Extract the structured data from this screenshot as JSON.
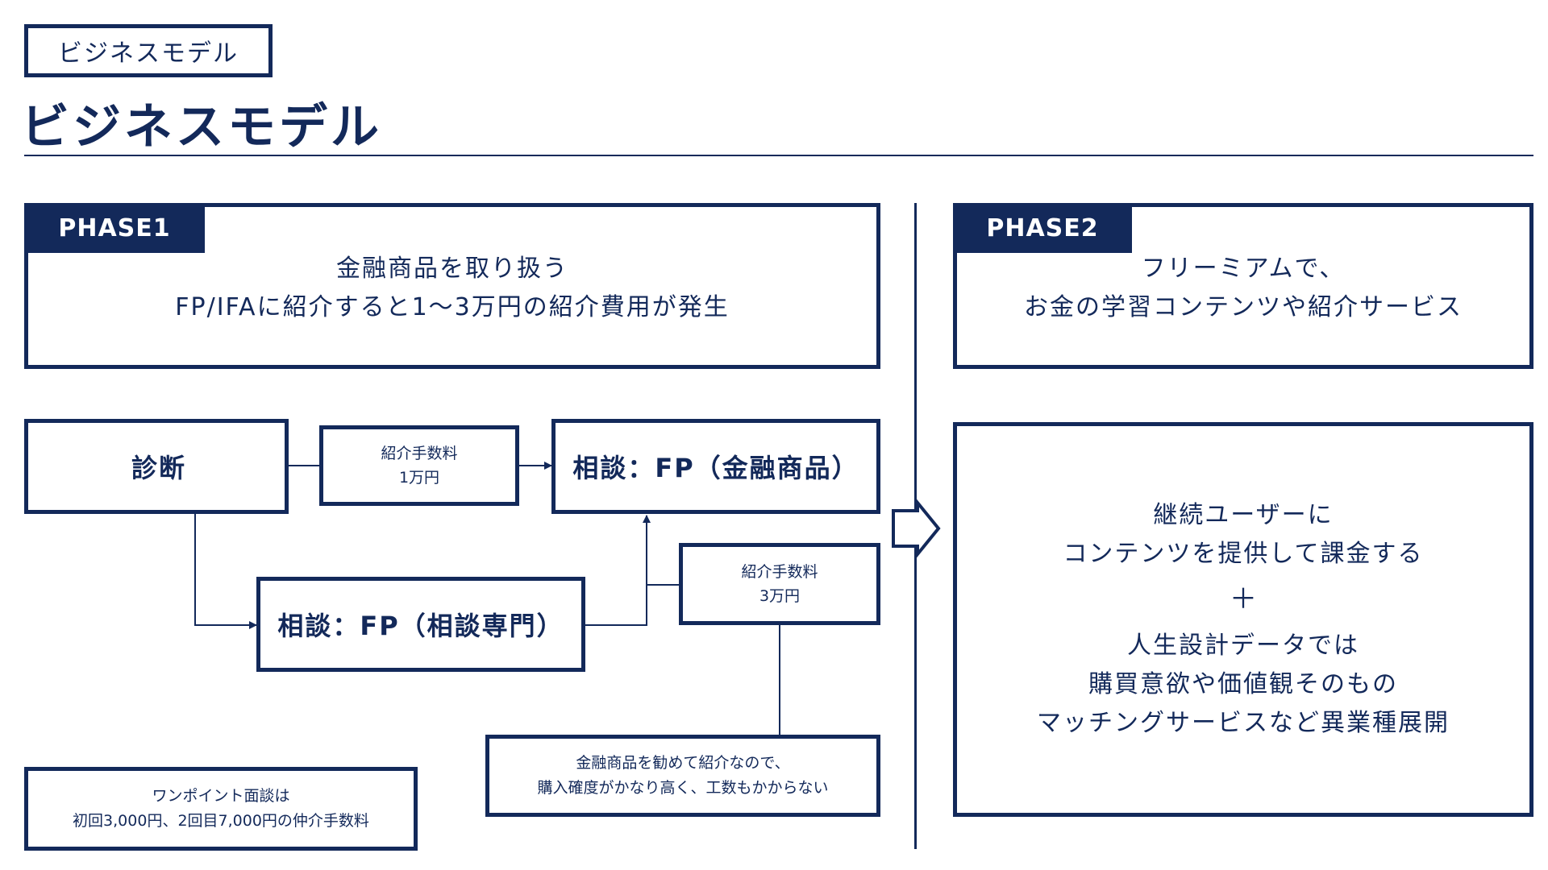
{
  "header": {
    "tag_label": "ビジネスモデル",
    "title": "ビジネスモデル"
  },
  "phase1": {
    "label": "PHASE1",
    "description": "金融商品を取り扱う\nFP/IFAに紹介すると1〜3万円の紹介費用が発生"
  },
  "phase2": {
    "label": "PHASE2",
    "description": "フリーミアムで、\nお金の学習コンテンツや紹介サービス",
    "detail_top": "継続ユーザーに\nコンテンツを提供して課金する",
    "plus": "＋",
    "detail_bottom": "人生設計データでは\n購買意欲や価値観そのもの\nマッチングサービスなど異業種展開"
  },
  "flow": {
    "diagnosis": "診断",
    "fee_1": "紹介手数料\n1万円",
    "consult_financial": "相談：FP（金融商品）",
    "consult_specialist": "相談：FP（相談専門）",
    "fee_3": "紹介手数料\n3万円",
    "note_financial": "金融商品を勧めて紹介なので、\n購入確度がかなり高く、工数もかからない",
    "note_onepoint": "ワンポイント面談は\n初回3,000円、2回目7,000円の仲介手数料"
  },
  "colors": {
    "navy": "#13295a",
    "white": "#ffffff"
  }
}
